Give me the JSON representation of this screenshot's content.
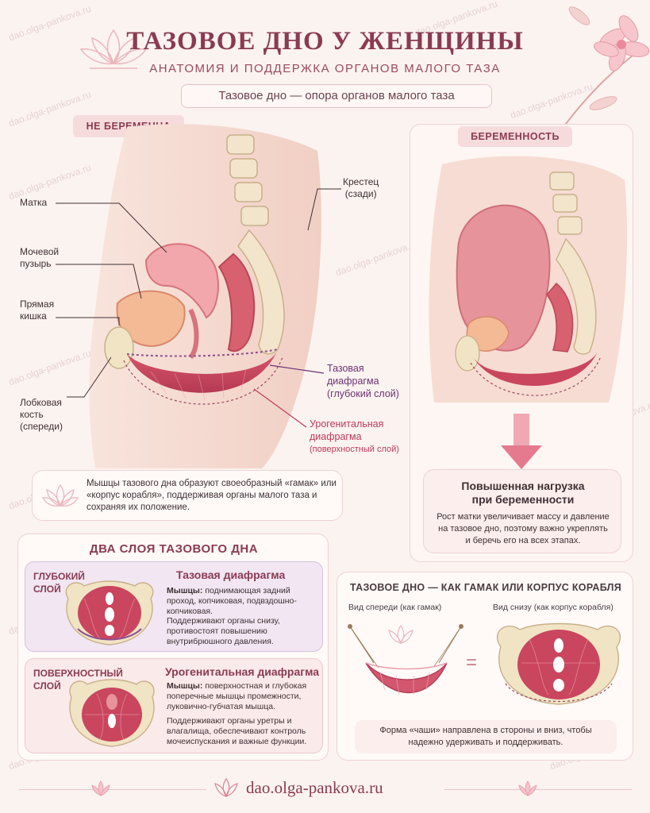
{
  "watermark": "dao.olga-pankova.ru",
  "header": {
    "title": "ТАЗОВОЕ ДНО У ЖЕНЩИНЫ",
    "subtitle": "АНАТОМИЯ И ПОДДЕРЖКА ОРГАНОВ МАЛОГО ТАЗА",
    "pill": "Тазовое дно — опора органов малого таза"
  },
  "left_diagram": {
    "section_label": "НЕ БЕРЕМЕННА",
    "labels": {
      "uterus": "Матка",
      "bladder_1": "Мочевой",
      "bladder_2": "пузырь",
      "rectum_1": "Прямая",
      "rectum_2": "кишка",
      "pubic_1": "Лобковая",
      "pubic_2": "кость",
      "pubic_3": "(спереди)",
      "sacrum_1": "Крестец",
      "sacrum_2": "(сзади)",
      "pelvic_diaphragm_1": "Тазовая",
      "pelvic_diaphragm_2": "диафрагма",
      "pelvic_diaphragm_3": "(глубокий слой)",
      "urogenital_1": "Урогенитальная",
      "urogenital_2": "диафрагма",
      "urogenital_3": "(поверхностный слой)"
    },
    "note": "Мышцы тазового дна образуют своеобразный «гамак» или «корпус корабля», поддерживая органы малого таза и сохраняя их положение."
  },
  "right_diagram": {
    "section_label": "БЕРЕМЕННОСТЬ",
    "load_title_1": "Повышенная нагрузка",
    "load_title_2": "при беременности",
    "load_text": "Рост матки увеличивает массу и давление на тазовое дно, поэтому важно укреплять и беречь его на всех этапах."
  },
  "layers": {
    "heading": "ДВА СЛОЯ ТАЗОВОГО ДНА",
    "deep": {
      "tag_1": "ГЛУБОКИЙ",
      "tag_2": "СЛОЙ",
      "title": "Тазовая диафрагма",
      "muscles_label": "Мышцы:",
      "muscles": "поднимающая задний проход, копчиковая, подвздошно-копчиковая.",
      "text": "Поддерживают органы снизу, противостоят повышению внутрибрюшного давления."
    },
    "superficial": {
      "tag_1": "ПОВЕРХНОСТНЫЙ",
      "tag_2": "СЛОЙ",
      "title": "Урогенитальная диафрагма",
      "muscles_label": "Мышцы:",
      "muscles": "поверхностная и глубокая поперечные мышцы промежности, луковично-губчатая мышца.",
      "text": "Поддерживают органы уретры и влагалища, обеспечивают контроль мочеиспускания и важные функции."
    }
  },
  "hammock": {
    "heading": "ТАЗОВОЕ ДНО — КАК ГАМАК ИЛИ КОРПУС КОРАБЛЯ",
    "front_label": "Вид спереди (как гамак)",
    "bottom_label": "Вид снизу (как корпус корабля)",
    "equals": "=",
    "caption": "Форма «чаши» направлена в стороны и вниз, чтобы надежно удерживать и поддерживать."
  },
  "footer": {
    "site": "dao.olga-pankova.ru"
  },
  "colors": {
    "accent": "#8a3b52",
    "pink": "#c0395c",
    "purple": "#6d3275",
    "muscle": "#c9465e",
    "skin": "#f6dcd3"
  }
}
